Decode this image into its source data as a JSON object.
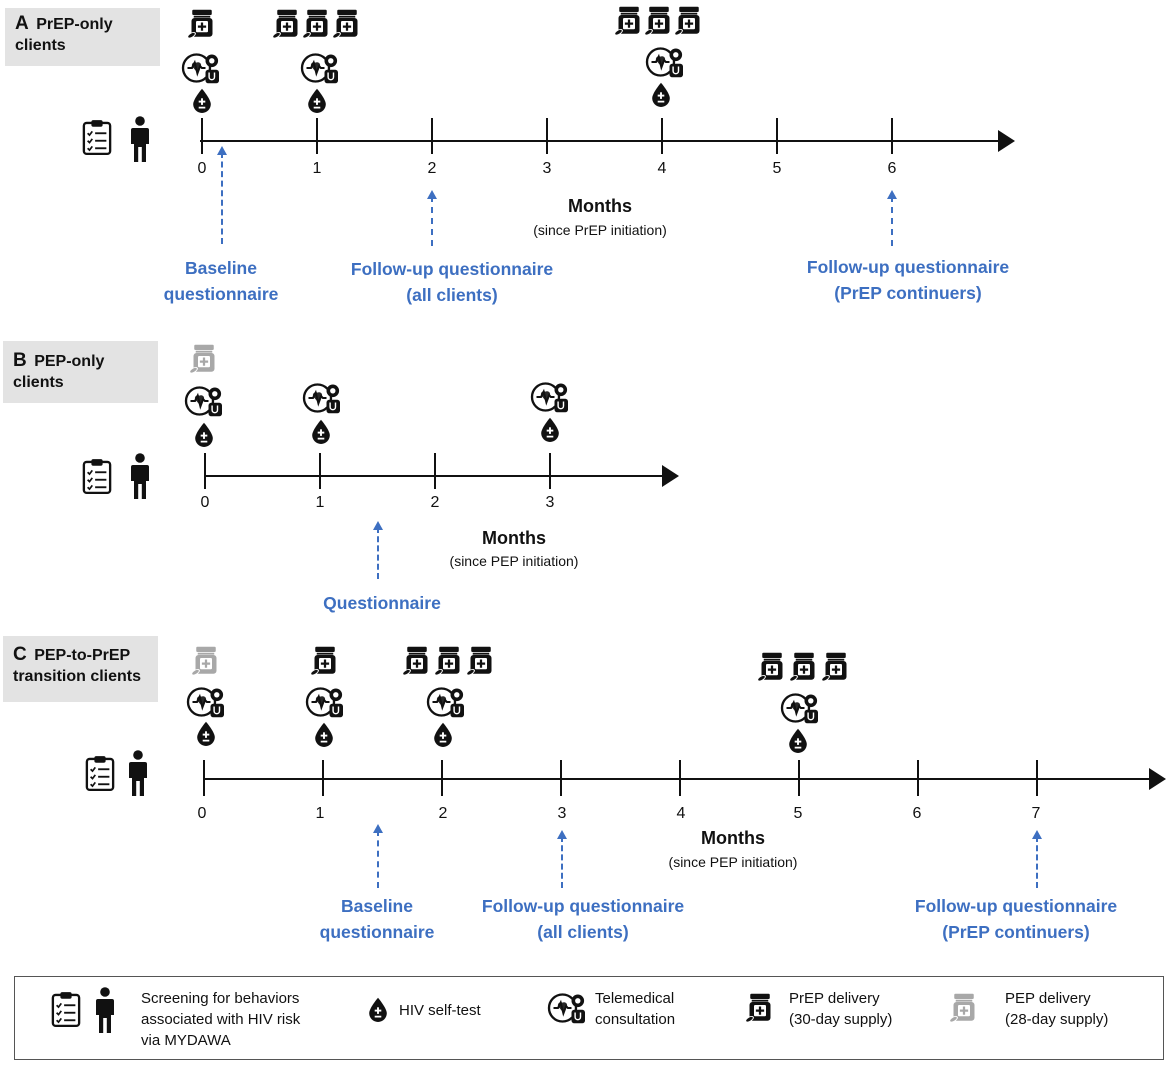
{
  "panels": {
    "a": {
      "letter": "A",
      "title_line1": "PrEP-only",
      "title_line2": "clients",
      "ticks": [
        "0",
        "1",
        "2",
        "3",
        "4",
        "5",
        "6"
      ],
      "axis_title": "Months",
      "axis_subtitle": "(since PrEP initiation)",
      "markers": [
        {
          "line1": "Baseline",
          "line2": "questionnaire"
        },
        {
          "line1": "Follow-up questionnaire",
          "line2": "(all clients)"
        },
        {
          "line1": "Follow-up questionnaire",
          "line2": "(PrEP continuers)"
        }
      ]
    },
    "b": {
      "letter": "B",
      "title_line1": "PEP-only",
      "title_line2": "clients",
      "ticks": [
        "0",
        "1",
        "2",
        "3"
      ],
      "axis_title": "Months",
      "axis_subtitle": "(since PEP initiation)",
      "markers": [
        {
          "line1": "Questionnaire"
        }
      ]
    },
    "c": {
      "letter": "C",
      "title_line1": "PEP-to-PrEP",
      "title_line2": "transition clients",
      "ticks": [
        "0",
        "1",
        "2",
        "3",
        "4",
        "5",
        "6",
        "7"
      ],
      "axis_title": "Months",
      "axis_subtitle": "(since PEP initiation)",
      "markers": [
        {
          "line1": "Baseline",
          "line2": "questionnaire"
        },
        {
          "line1": "Follow-up questionnaire",
          "line2": "(all clients)"
        },
        {
          "line1": "Follow-up questionnaire",
          "line2": "(PrEP continuers)"
        }
      ]
    }
  },
  "legend": {
    "screening": {
      "line1": "Screening for behaviors",
      "line2": "associated with HIV risk",
      "line3": "via MYDAWA"
    },
    "selftest": {
      "line1": "HIV self-test"
    },
    "telemed": {
      "line1": "Telemedical",
      "line2": "consultation"
    },
    "prep": {
      "line1": "PrEP delivery",
      "line2": "(30-day supply)"
    },
    "pep": {
      "line1": "PEP delivery",
      "line2": "(28-day supply)"
    }
  },
  "colors": {
    "marker_blue": "#3d6fc1",
    "pep_gray": "#a8a8a8",
    "icon_black": "#111111",
    "label_bg": "#e3e3e3"
  },
  "icons": [
    "clipboard-icon",
    "person-icon",
    "blood-drop-icon",
    "telemedicine-icon",
    "prep-bottle-icon",
    "pep-bottle-icon"
  ]
}
